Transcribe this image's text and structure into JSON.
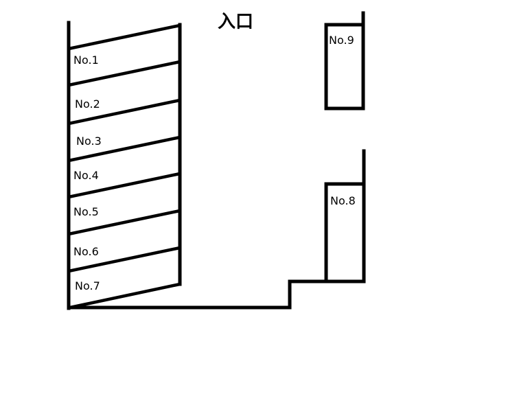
{
  "entrance_label": "入口",
  "spaces": {
    "s1": "No.1",
    "s2": "No.2",
    "s3": "No.3",
    "s4": "No.4",
    "s5": "No.5",
    "s6": "No.6",
    "s7": "No.7",
    "s8": "No.8",
    "s9": "No.9"
  },
  "colors": {
    "line": "#000000",
    "background": "#ffffff"
  }
}
